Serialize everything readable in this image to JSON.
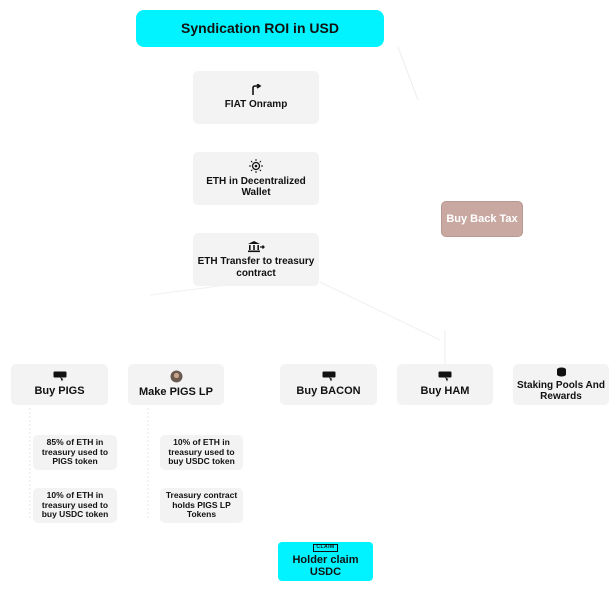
{
  "title": "Syndication ROI in USD",
  "flow": [
    {
      "id": "fiat",
      "label": "FIAT Onramp",
      "icon": "arrow-up-right-icon"
    },
    {
      "id": "wallet",
      "label": "ETH in Decentralized Wallet",
      "icon": "eth-coin-icon"
    },
    {
      "id": "transfer",
      "label": "ETH Transfer to treasury contract",
      "icon": "treasury-transfer-icon"
    }
  ],
  "buy_back_tax": "Buy Back Tax",
  "branches": [
    {
      "id": "buy-pigs",
      "label": "Buy PIGS",
      "icon": "buy-badge-icon"
    },
    {
      "id": "make-pigs-lp",
      "label": "Make PIGS LP",
      "icon": "pig-avatar-icon"
    },
    {
      "id": "buy-bacon",
      "label": "Buy BACON",
      "icon": "buy-badge-icon"
    },
    {
      "id": "buy-ham",
      "label": "Buy HAM",
      "icon": "buy-badge-icon"
    },
    {
      "id": "staking",
      "label": "Staking Pools And Rewards",
      "icon": "coins-icon"
    }
  ],
  "details": {
    "pigs_1": "85% of ETH in treasury used to PIGS token",
    "pigs_2": "10% of ETH in treasury used to buy USDC token",
    "lp_1": "10% of ETH in treasury used to buy USDC token",
    "lp_2": "Treasury contract holds PIGS LP Tokens"
  },
  "holder_claim": {
    "label": "Holder claim USDC",
    "badge": "CLAIM"
  },
  "colors": {
    "title_bg": "#00f3ff",
    "node_bg": "#f3f3f3",
    "tax_bg": "#c8a8a0"
  }
}
